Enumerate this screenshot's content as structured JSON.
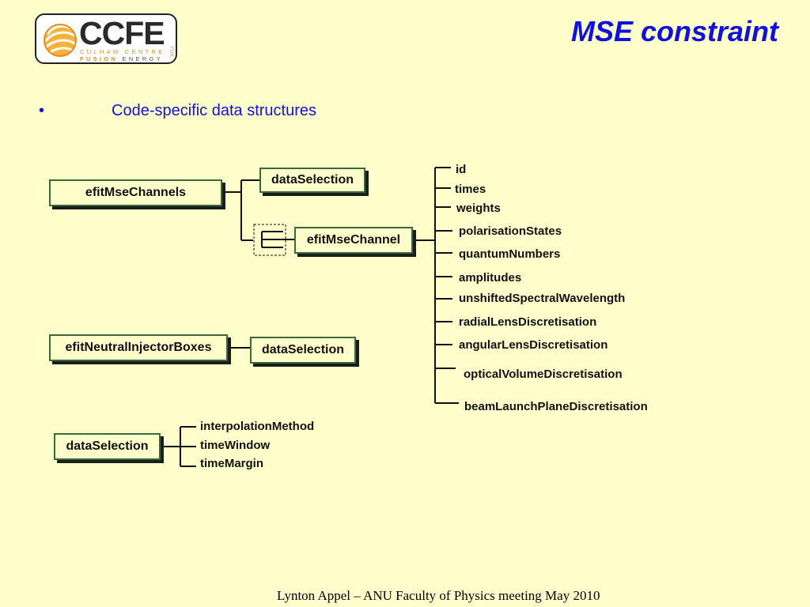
{
  "logo": {
    "title": "CCFE",
    "line1": "CULHAM CENTRE",
    "line2_a": "FUSION",
    "line2_b": " ENERGY",
    "for_text": "FOR"
  },
  "title": "MSE constraint",
  "bullet": {
    "marker": "•",
    "text": "Code-specific data structures"
  },
  "diagram": {
    "efit_mse_channels": "efitMseChannels",
    "data_selection_top": "dataSelection",
    "efit_mse_channel": "efitMseChannel",
    "channel_fields": [
      "id",
      "times",
      "weights",
      "polarisationStates",
      "quantumNumbers",
      "amplitudes",
      "unshiftedSpectralWavelength",
      "radialLensDiscretisation",
      "angularLensDiscretisation",
      "opticalVolumeDiscretisation",
      "beamLaunchPlaneDiscretisation"
    ],
    "efit_neutral_injector_boxes": "efitNeutralInjectorBoxes",
    "data_selection_mid": "dataSelection",
    "data_selection_bottom": "dataSelection",
    "data_selection_fields": [
      "interpolationMethod",
      "timeWindow",
      "timeMargin"
    ]
  },
  "footer": "Lynton Appel – ANU Faculty of Physics meeting May 2010"
}
